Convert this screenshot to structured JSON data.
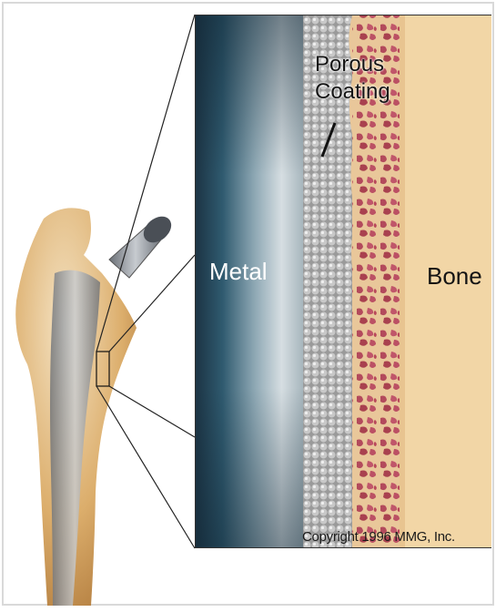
{
  "labels": {
    "porous_coating_line1": "Porous",
    "porous_coating_line2": "Coating",
    "metal": "Metal",
    "bone": "Bone",
    "copyright": "Copyright 1996 MMG, Inc."
  },
  "colors": {
    "background": "#ffffff",
    "frame_outer": "#d8d8d8",
    "metal_dark": "#1c3a4c",
    "metal_light": "#d6dee2",
    "porous_bead": "#c4c4c4",
    "bone_interface": "#b2485a",
    "bone": "#f2d6a6",
    "femur": "#d8a865",
    "implant_stem": "#8a8f96"
  },
  "icons": [
    "femur-illustration",
    "hip-implant-stem",
    "magnifier-box"
  ]
}
